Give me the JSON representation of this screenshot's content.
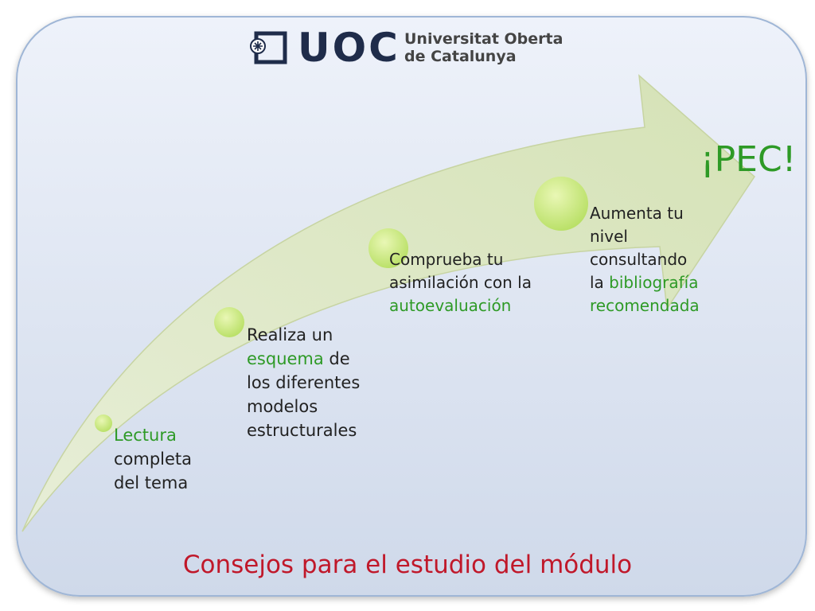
{
  "logo": {
    "name": "UOC",
    "line1": "Universitat Oberta",
    "line2": "de Catalunya"
  },
  "goal_label": "¡PEC!",
  "steps": [
    {
      "highlight": "Lectura",
      "line2": "completa",
      "line3": "del tema"
    },
    {
      "line1": "Realiza un",
      "highlight": "esquema",
      "after_highlight": " de",
      "line3": "los diferentes",
      "line4": "modelos",
      "line5": "estructurales"
    },
    {
      "line1": "Comprueba tu",
      "line2": "asimilación con la",
      "highlight": "autoevaluación"
    },
    {
      "line1": "Aumenta tu",
      "line2": "nivel",
      "line3": "consultando",
      "before_highlight": "la ",
      "highlight": "bibliografía",
      "line5": "recomendada"
    }
  ],
  "caption": "Consejos para el estudio del módulo",
  "colors": {
    "accent_green": "#2e9a26",
    "caption_red": "#c0182a",
    "panel_border": "#9fb6d6"
  }
}
